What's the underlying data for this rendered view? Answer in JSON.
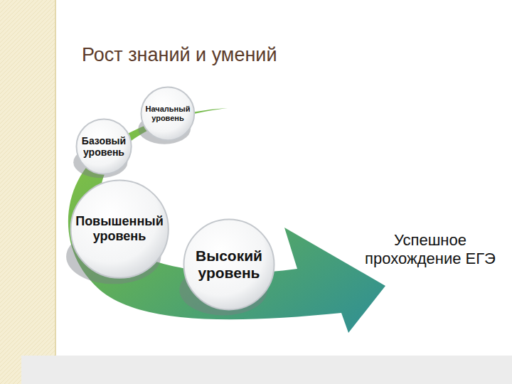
{
  "diagram": {
    "title": "Рост знаний и умений",
    "nodes": [
      {
        "text": [
          "Начальный уровень"
        ]
      },
      {
        "text": [
          "Базовый уровень"
        ]
      },
      {
        "text": [
          "Повышенный уровень"
        ]
      },
      {
        "text": [
          "Высокий уровень"
        ]
      }
    ],
    "labels": [
      "Успешное прохождение ЕГЭ"
    ]
  }
}
